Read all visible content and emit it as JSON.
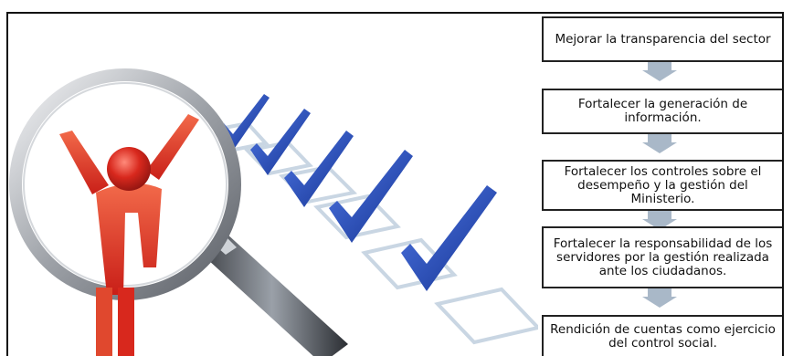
{
  "flow": {
    "steps": [
      "Mejorar la transparencia del sector",
      "Fortalecer la generación de información.",
      "Fortalecer los controles sobre el desempeño y la gestión del Ministerio.",
      "Fortalecer la responsabilidad de los servidores por la gestión realizada ante los ciudadanos.",
      "Rendición de cuentas  como ejercicio del control social."
    ]
  },
  "colors": {
    "box_border": "#222222",
    "arrow_fill": "#a9b8c8",
    "checkmark": "#1f3fae",
    "figure_red": "#d8281d",
    "lens_ring": "#8a8d93"
  },
  "icons": [
    "magnifying-glass-icon",
    "person-arms-up-icon",
    "checkmark-icon",
    "down-arrow-icon"
  ]
}
